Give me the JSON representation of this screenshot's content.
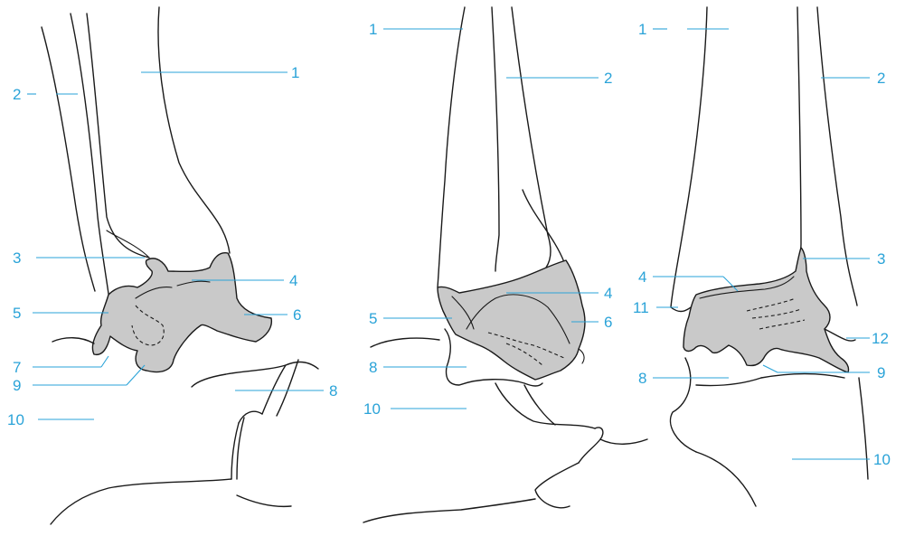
{
  "labels": {
    "p1_1": "1",
    "p1_2": "2",
    "p1_3": "3",
    "p1_4": "4",
    "p1_5": "5",
    "p1_6": "6",
    "p1_7": "7",
    "p1_8": "8",
    "p1_9": "9",
    "p1_10": "10",
    "p2_1": "1",
    "p2_2": "2",
    "p2_4": "4",
    "p2_5": "5",
    "p2_6": "6",
    "p2_8": "8",
    "p2_10": "10",
    "p3_1": "1",
    "p3_2": "2",
    "p3_3": "3",
    "p3_4": "4",
    "p3_11": "11",
    "p3_12": "12",
    "p3_8": "8",
    "p3_9": "9",
    "p3_10": "10"
  },
  "colors": {
    "label": "#2aa3d8",
    "fragment": "#c9c9c9",
    "outline": "#1a1a1a"
  }
}
